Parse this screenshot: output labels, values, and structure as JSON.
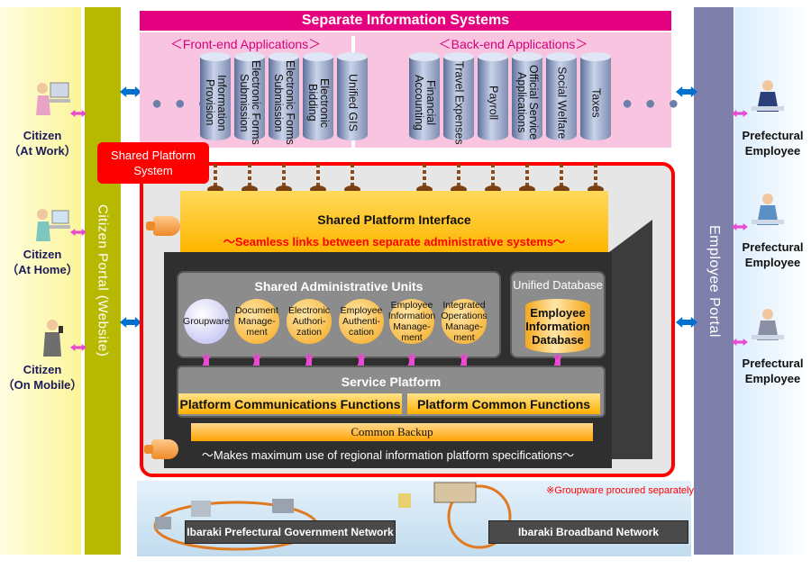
{
  "separate_systems": {
    "title": "Separate Information Systems",
    "front_end_heading": "＜Front-end Applications＞",
    "back_end_heading": "＜Back-end Applications＞",
    "front_end_apps": [
      "Information Provision",
      "Electronic Forms Submission",
      "Electronic Forms Submission",
      "Electronic Bidding",
      "Unified GIS"
    ],
    "back_end_apps": [
      "Financial Accounting",
      "Travel Expenses",
      "Payroll",
      "Official Service Applications",
      "Social Welfare",
      "Taxes"
    ],
    "ellipsis": "● ● ●"
  },
  "citizen_portal": {
    "label": "Citizen Portal (Website)",
    "citizens": [
      {
        "line1": "Citizen",
        "line2": "（At Work）"
      },
      {
        "line1": "Citizen",
        "line2": "（At Home）"
      },
      {
        "line1": "Citizen",
        "line2": "（On Mobile）"
      }
    ]
  },
  "employee_portal": {
    "label": "Employee Portal",
    "employees": [
      {
        "line1": "Prefectural",
        "line2": "Employee"
      },
      {
        "line1": "Prefectural",
        "line2": "Employee"
      },
      {
        "line1": "Prefectural",
        "line2": "Employee"
      }
    ]
  },
  "shared_platform": {
    "tag": "Shared Platform System",
    "interface_title": "Shared Platform Interface",
    "interface_subtitle": "～Seamless links between separate administrative systems～",
    "admin_units_title": "Shared Administrative Units",
    "units": [
      "Groupware",
      "Document Manage‐ ment",
      "Electronic Authori‐ zation",
      "Employee Authenti‐ cation",
      "Employee Information Manage‐ ment",
      "Integrated Operations Manage‐ ment"
    ],
    "unified_db_title": "Unified Database",
    "employee_db": "Employee Information Database",
    "service_platform_title": "Service Platform",
    "comm_functions": "Platform Communications Functions",
    "common_functions": "Platform Common Functions",
    "common_backup": "Common Backup",
    "max_use_note": "～Makes maximum use of regional information platform specifications～"
  },
  "network": {
    "groupware_note": "※Groupware procured separately",
    "prefectural_network": "Ibaraki Prefectural Government Network",
    "broadband_network": "Ibaraki Broadband Network"
  },
  "colors": {
    "accent_pink": "#e4007f",
    "frame_red": "#ff0000",
    "citizen_portal": "#b7b800",
    "employee_portal": "#7f7fab",
    "interface_yellow": "#ffb600"
  }
}
